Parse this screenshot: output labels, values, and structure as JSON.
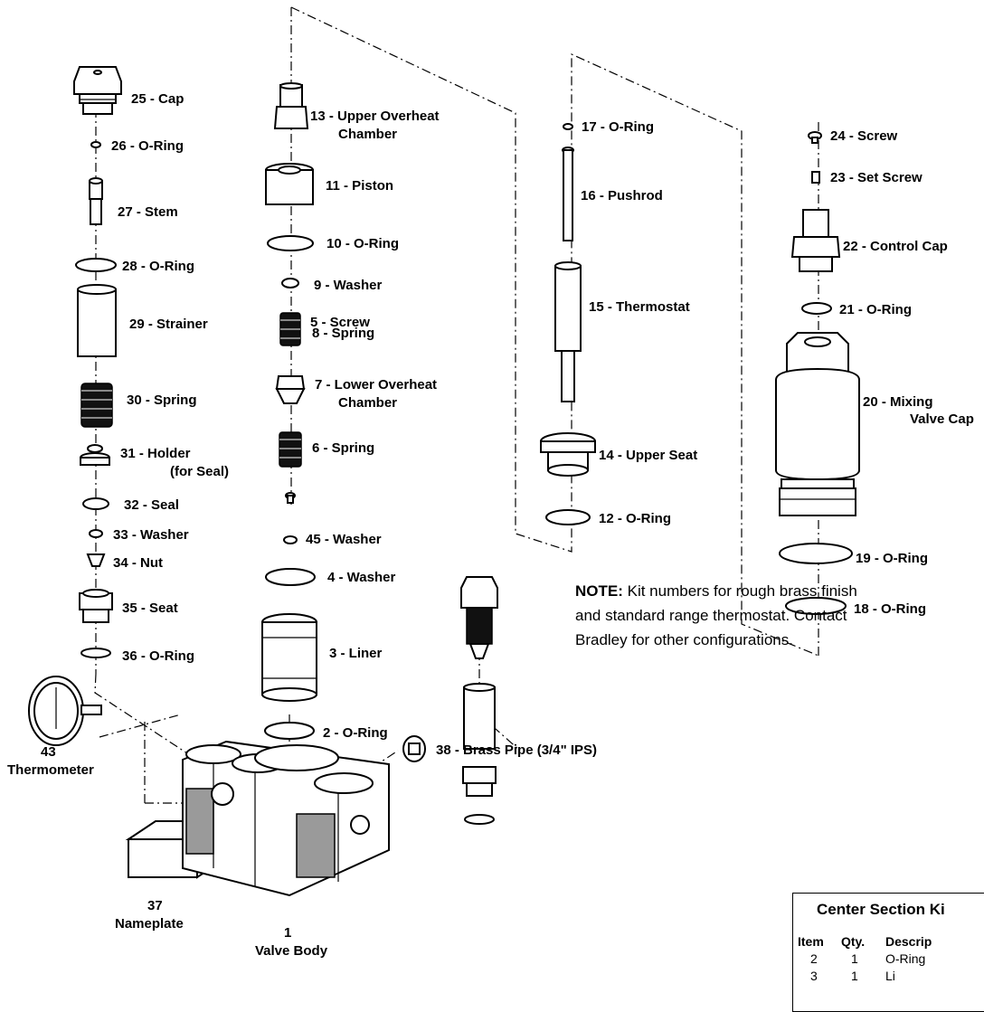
{
  "labels": {
    "p25": "25 - Cap",
    "p26": "26 - O-Ring",
    "p27": "27 - Stem",
    "p28": "28 - O-Ring",
    "p29": "29 - Strainer",
    "p30": "30 - Spring",
    "p31a": "31 - Holder",
    "p31b": "(for Seal)",
    "p32": "32 - Seal",
    "p33": "33 - Washer",
    "p34": "34 - Nut",
    "p35": "35 - Seat",
    "p36": "36 - O-Ring",
    "p13a": "13 - Upper Overheat",
    "p13b": "Chamber",
    "p11": "11 - Piston",
    "p10": "10 - O-Ring",
    "p9": "9 - Washer",
    "p8": "8 - Spring",
    "p7a": "7 - Lower Overheat",
    "p7b": "Chamber",
    "p6": "6 - Spring",
    "p5": "5 - Screw",
    "p45": "45 - Washer",
    "p4": "4 - Washer",
    "p3": "3 - Liner",
    "p2": "2 - O-Ring",
    "p17": "17 - O-Ring",
    "p16": "16 - Pushrod",
    "p15": "15 - Thermostat",
    "p14": "14 - Upper Seat",
    "p12": "12 - O-Ring",
    "p24": "24 - Screw",
    "p23": "23 - Set Screw",
    "p22": "22 - Control Cap",
    "p21": "21 - O-Ring",
    "p20a": "20 - Mixing",
    "p20b": "Valve Cap",
    "p19": "19 - O-Ring",
    "p18": "18 - O-Ring",
    "p43a": "43",
    "p43b": "Thermometer",
    "p37a": "37",
    "p37b": "Nameplate",
    "p1a": "1",
    "p1b": "Valve Body",
    "p38": "38 - Brass Pipe (3/4\" IPS)"
  },
  "note": {
    "bold": "NOTE:",
    "line1": " Kit numbers for rough brass finish",
    "line2": "and standard range thermostat. Contact",
    "line3": "Bradley for other configurations."
  },
  "kit_table": {
    "title": "Center Section Ki",
    "headers": {
      "item": "Item",
      "qty": "Qty.",
      "desc": "Descrip"
    },
    "rows": [
      {
        "item": "2",
        "qty": "1",
        "desc": "O-Ring"
      },
      {
        "item": "3",
        "qty": "1",
        "desc": "Li"
      }
    ]
  }
}
